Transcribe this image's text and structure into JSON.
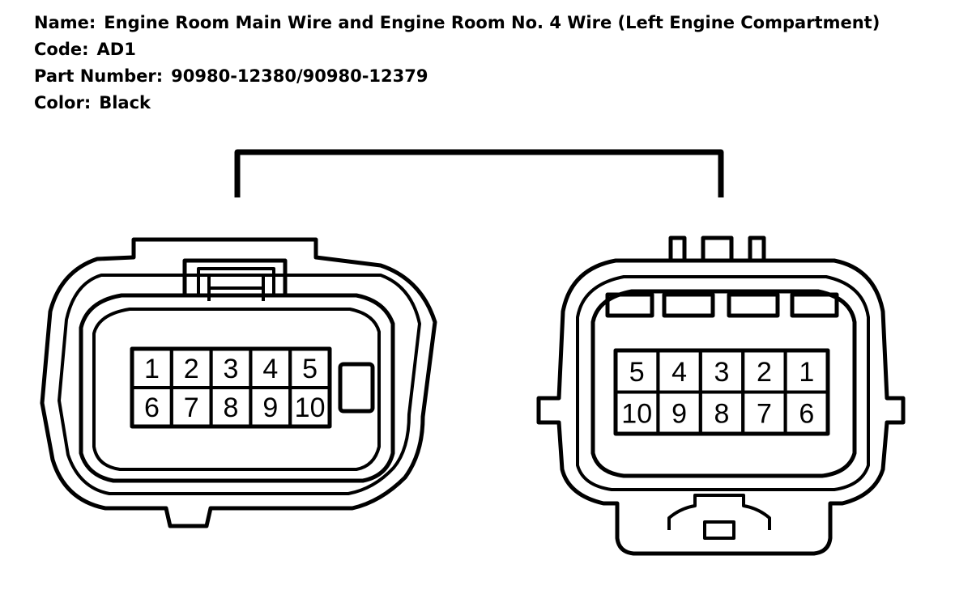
{
  "header": {
    "name_label": "Name:",
    "name_value": "Engine Room Main Wire and Engine Room No. 4 Wire (Left Engine Compartment)",
    "code_label": "Code:",
    "code_value": "AD1",
    "part_label": "Part Number:",
    "part_value": "90980-12380/90980-12379",
    "color_label": "Color:",
    "color_value": "Black"
  },
  "left_connector": {
    "row1": [
      "1",
      "2",
      "3",
      "4",
      "5"
    ],
    "row2": [
      "6",
      "7",
      "8",
      "9",
      "10"
    ]
  },
  "right_connector": {
    "row1": [
      "5",
      "4",
      "3",
      "2",
      "1"
    ],
    "row2": [
      "10",
      "9",
      "8",
      "7",
      "6"
    ]
  }
}
